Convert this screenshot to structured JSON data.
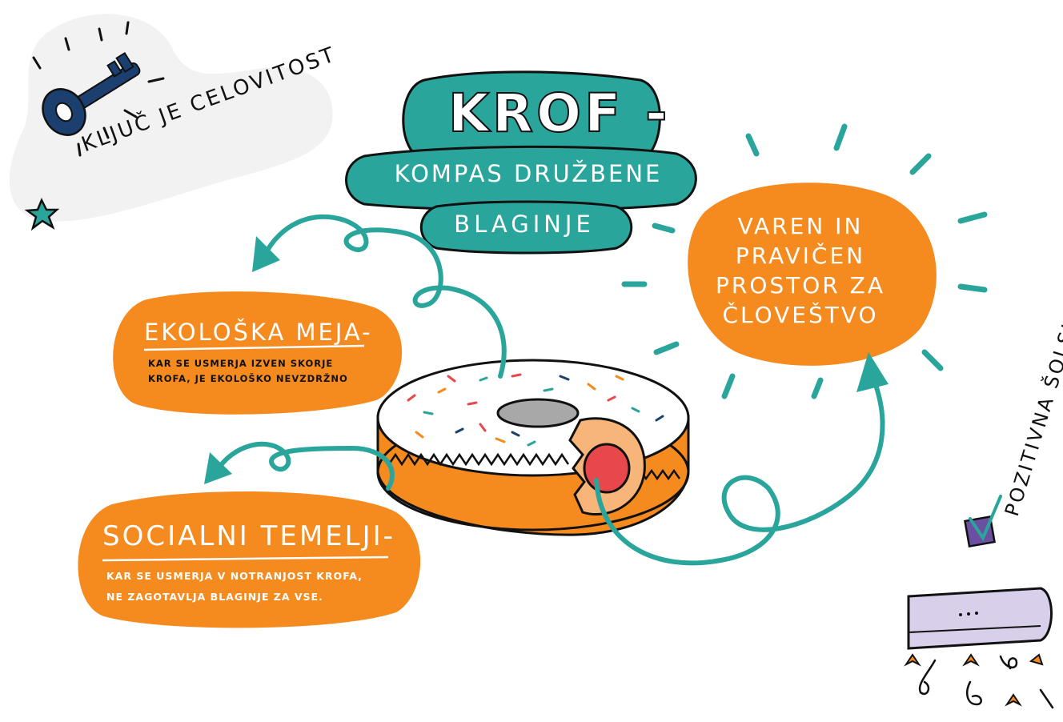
{
  "badge": {
    "text": "Ključ je celovitost",
    "icon": "key-icon",
    "icon_star": "star-icon"
  },
  "title": {
    "main": "KROF -",
    "sub_line1": "Kompas družbene",
    "sub_line2": "blaginje"
  },
  "sun": {
    "lines": [
      "Varen in",
      "pravičen",
      "prostor za",
      "človeštvo"
    ]
  },
  "ecological": {
    "title": "Ekološka meja-",
    "desc_line1": "Kar se usmerja izven skorje",
    "desc_line2": "krofa, je ekološko nevzdržno"
  },
  "social": {
    "title": "Socialni temelji-",
    "desc_line1": "Kar se usmerja v notranjost krofa,",
    "desc_line2": "ne zagotavlja blaginje za vse."
  },
  "side_label": {
    "text": "Pozitivna šolska klima",
    "icon": "checkbox-icon"
  },
  "ac_unit": {
    "icon": "air-conditioner-icon"
  },
  "colors": {
    "teal": "#2aa59b",
    "orange": "#f58a1f",
    "navy": "#1b3f6e",
    "jam": "#e8474b",
    "dough": "#f7b57a",
    "purple": "#6b4fa0",
    "ac_body": "#d8d0ea"
  }
}
